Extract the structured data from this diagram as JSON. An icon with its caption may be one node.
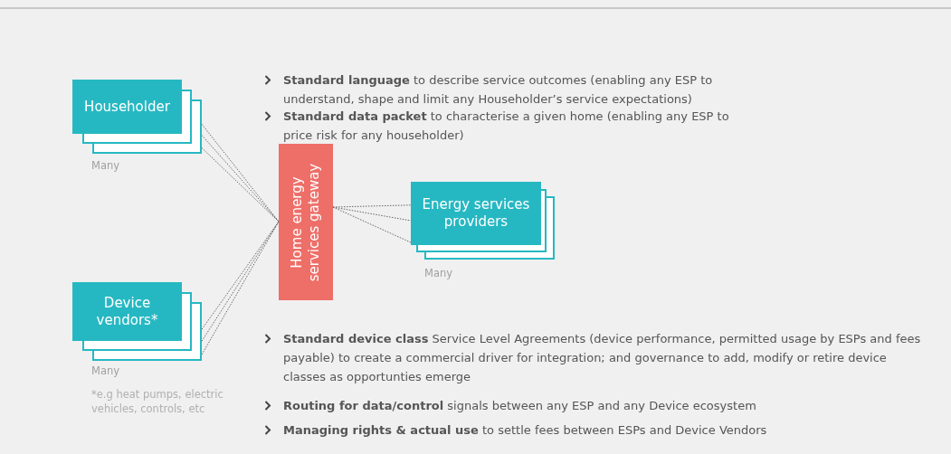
{
  "diagram": {
    "nodes": [
      {
        "text": [
          "Householder"
        ],
        "beside": [
          "Many"
        ]
      },
      {
        "text": [
          "Home energy services gateway"
        ]
      },
      {
        "text": [
          "Energy services providers"
        ],
        "beside": [
          "Many"
        ]
      },
      {
        "text": [
          "Device vendors*"
        ],
        "beside": [
          "Many"
        ]
      }
    ],
    "edges": [
      {
        "from": 0,
        "to": 1,
        "arrow": "none"
      },
      {
        "from": 0,
        "to": 1,
        "arrow": "none"
      },
      {
        "from": 0,
        "to": 1,
        "arrow": "none"
      },
      {
        "from": 3,
        "to": 1,
        "arrow": "none"
      },
      {
        "from": 3,
        "to": 1,
        "arrow": "none"
      },
      {
        "from": 3,
        "to": 1,
        "arrow": "none"
      },
      {
        "from": 1,
        "to": 2,
        "arrow": "none"
      },
      {
        "from": 1,
        "to": 2,
        "arrow": "none"
      },
      {
        "from": 1,
        "to": 2,
        "arrow": "none"
      }
    ],
    "labels": [
      "**Standard language** to describe service outcomes (enabling any ESP to understand, shape and limit any Householder’s service expectations)",
      "**Standard data packet** to characterise a given home (enabling any ESP to price risk for any householder)",
      "**Standard device class** Service Level Agreements (device performance, permitted usage by ESPs and fees payable) to create a commercial driver for integration; and governance to add, modify or retire device classes as opportunties emerge",
      "**Routing for data/control** signals between any ESP and any Device ecosystem",
      "**Managing rights & actual use** to settle fees between ESPs and Device Vendors",
      "*e.g heat pumps, electric vehicles, controls, etc"
    ]
  }
}
